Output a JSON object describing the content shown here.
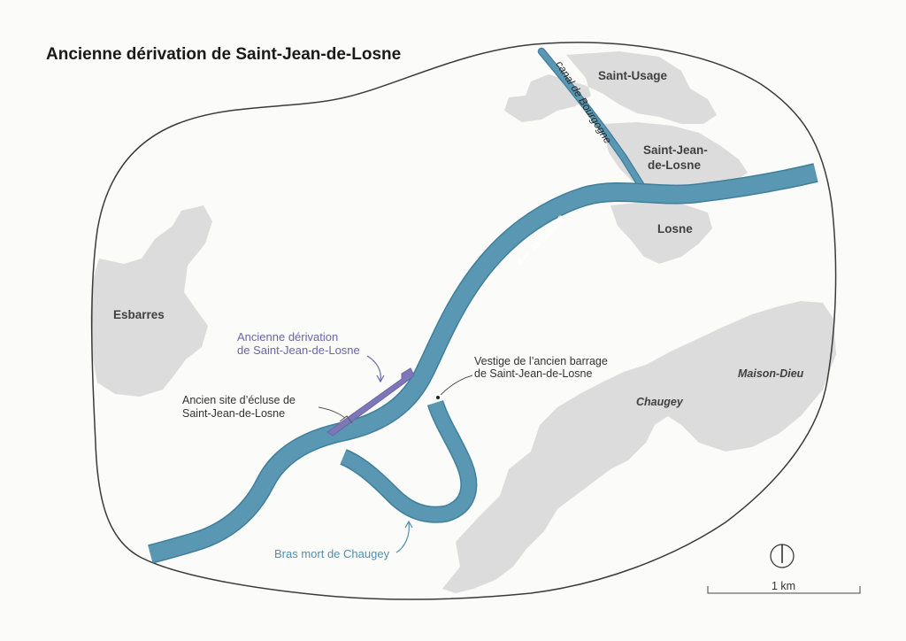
{
  "map": {
    "title": "Ancienne dérivation de Saint-Jean-de-Losne",
    "places": {
      "saint_usage": "Saint-Usage",
      "saint_jean_line1": "Saint-Jean-",
      "saint_jean_line2": "de-Losne",
      "losne": "Losne",
      "esbarres": "Esbarres",
      "chaugey": "Chaugey",
      "maison_dieu": "Maison-Dieu"
    },
    "waterways": {
      "saone": "la Saône",
      "canal": "canal de Bourgogne"
    },
    "annotations": {
      "derivation_line1": "Ancienne dérivation",
      "derivation_line2": "de Saint-Jean-de-Losne",
      "ecluse_line1": "Ancien site d’écluse de",
      "ecluse_line2": "Saint-Jean-de-Losne",
      "barrage_line1": "Vestige de l’ancien barrage",
      "barrage_line2": "de Saint-Jean-de-Losne",
      "bras_mort": "Bras mort de Chaugey"
    },
    "scale": {
      "label": "1 km"
    },
    "colors": {
      "water": "#5a97b2",
      "water_stroke": "#3f7f9c",
      "urban": "#dcdcdc",
      "derivation": "#7d77b8",
      "boundary": "#3a3a3a"
    },
    "icons": {
      "north_arrow": "north-arrow-icon",
      "river_direction": "arrow-left-icon"
    }
  }
}
